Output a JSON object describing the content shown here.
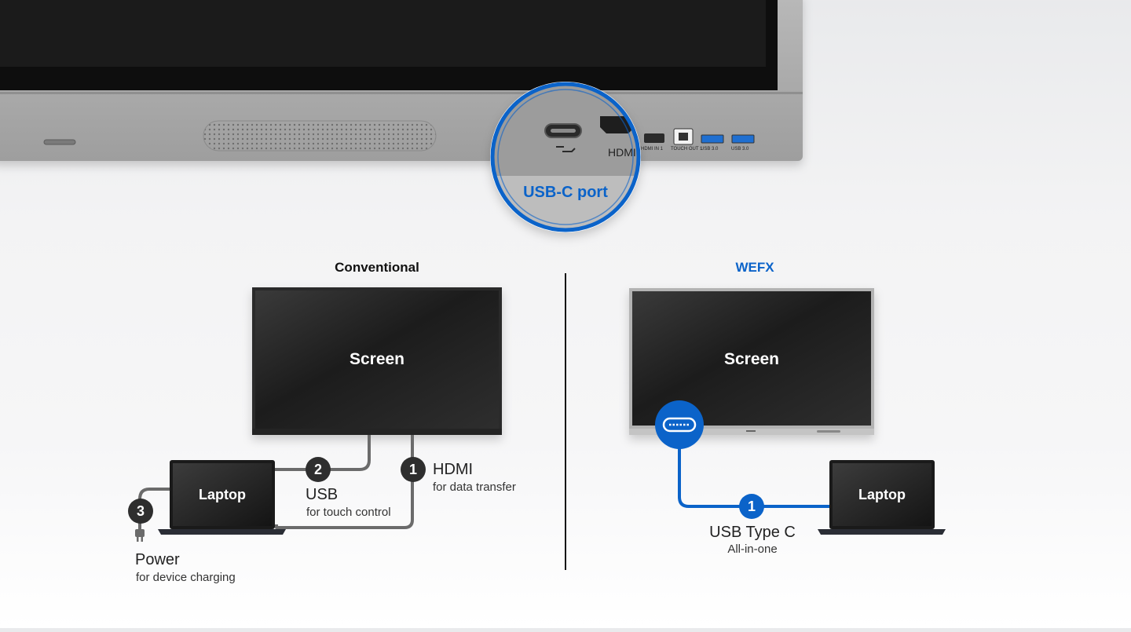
{
  "top_panel": {
    "port_labels": [
      "HDMI",
      "HDMI IN 1",
      "TOUCH OUT 1",
      "USB 3.0",
      "USB 3.0"
    ],
    "callout_label": "USB-C port"
  },
  "conventional": {
    "title": "Conventional",
    "screen_label": "Screen",
    "laptop_label": "Laptop",
    "connections": [
      {
        "number": "1",
        "name": "HDMI",
        "description": "for data transfer"
      },
      {
        "number": "2",
        "name": "USB",
        "description": "for touch control"
      },
      {
        "number": "3",
        "name": "Power",
        "description": "for device charging"
      }
    ]
  },
  "wefx": {
    "title": "WEFX",
    "screen_label": "Screen",
    "laptop_label": "Laptop",
    "connection": {
      "number": "1",
      "name": "USB Type C",
      "description": "All-in-one"
    }
  },
  "colors": {
    "accent_blue": "#0b63c9",
    "cable_gray": "#6b6b6b",
    "badge_dark": "#2e2e2e",
    "bezel_gray": "#a9a9a9",
    "screen_black": "#1b1b1b"
  }
}
